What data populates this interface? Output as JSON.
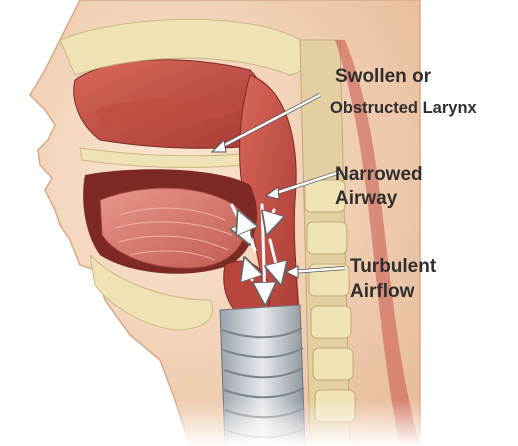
{
  "labels": {
    "larynx_line1": "Swollen or",
    "larynx_line2": "Obstructed Larynx",
    "airway_line1": "Narrowed",
    "airway_line2": "Airway",
    "airflow_line1": "Turbulent",
    "airflow_line2": "Airflow"
  },
  "colors": {
    "skin": "#f2d3b8",
    "tissue": "#c9564c",
    "muscle": "#a83a33",
    "bone": "#efe3b6",
    "cartilage": "#c8ccd0",
    "label_text": "#2f2f2f"
  }
}
